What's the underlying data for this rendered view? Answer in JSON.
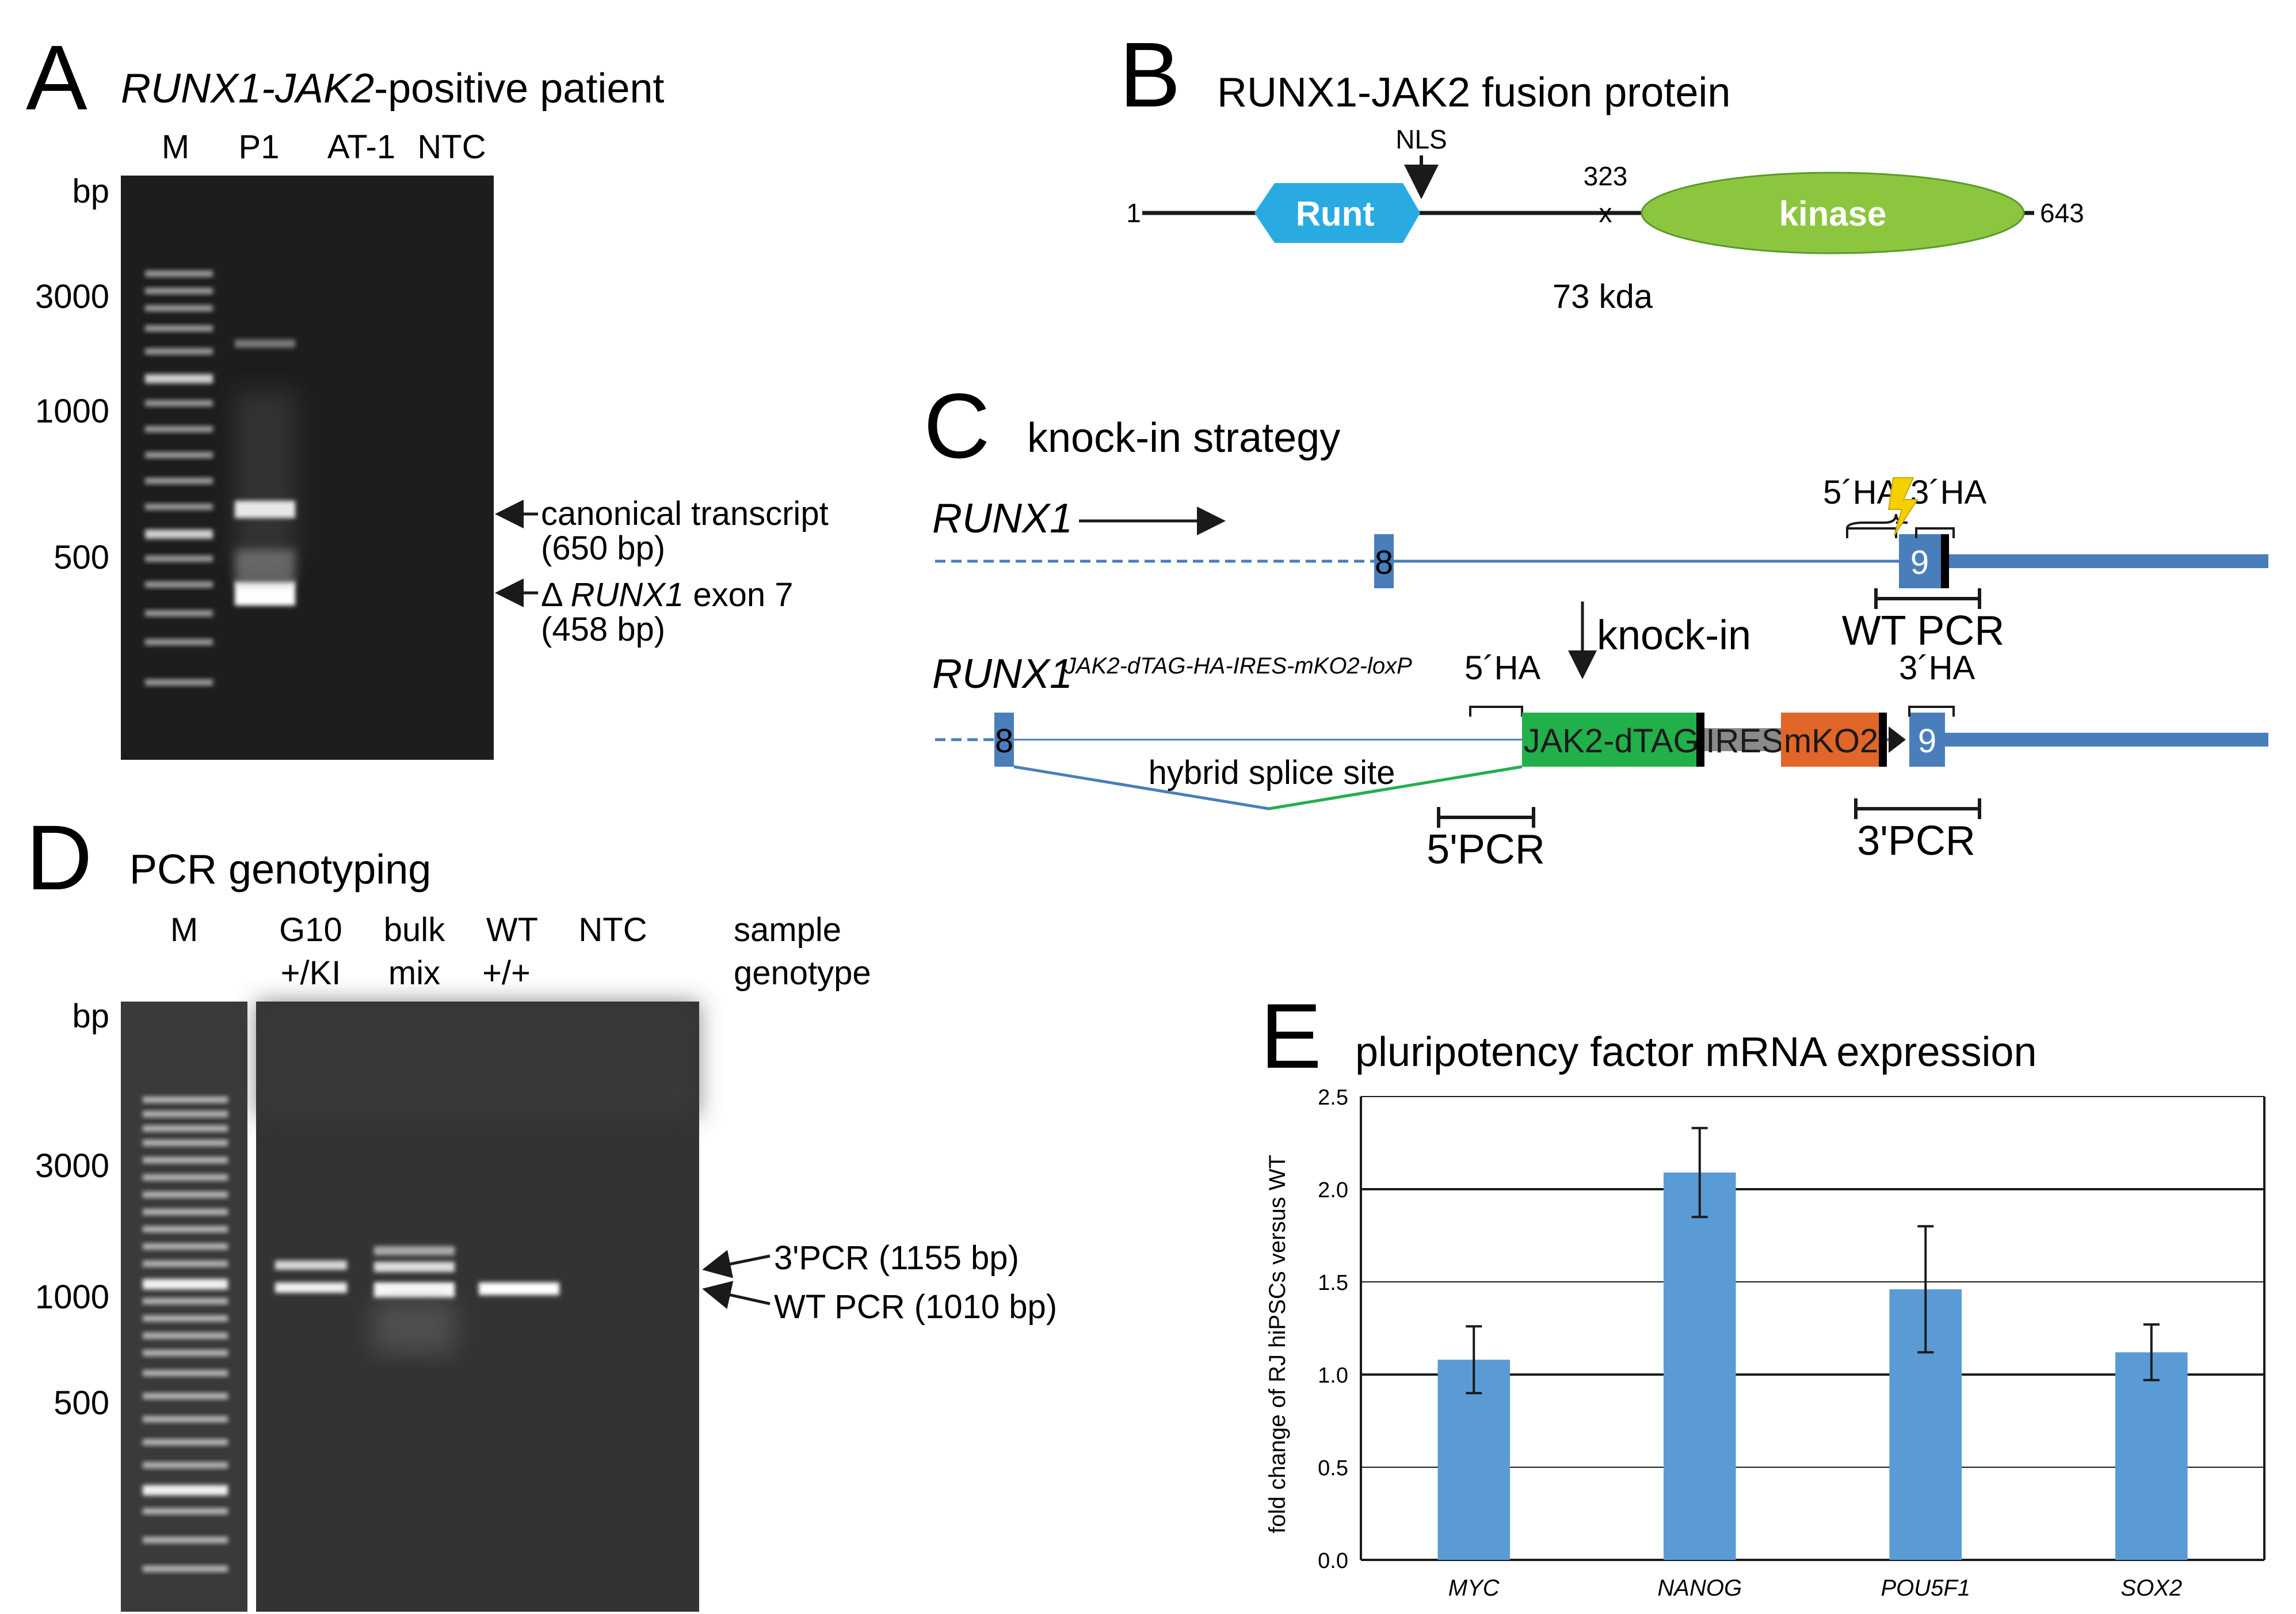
{
  "panel_a": {
    "letter": "A",
    "title_gene": "RUNX1-JAK2",
    "title_rest": "-positive patient",
    "lanes": [
      "M",
      "P1",
      "AT-1",
      "NTC"
    ],
    "unit": "bp",
    "markers": [
      "3000",
      "1000",
      "500"
    ],
    "annot_canonical_1": "canonical transcript",
    "annot_canonical_2": "(650 bp)",
    "annot_delta_prefix": "Δ ",
    "annot_delta_gene": "RUNX1",
    "annot_delta_suffix": " exon 7",
    "annot_delta_2": "(458 bp)"
  },
  "panel_b": {
    "letter": "B",
    "title": "RUNX1-JAK2 fusion protein",
    "nls": "NLS",
    "pos_start": "1",
    "pos_junction": "323",
    "pos_end": "643",
    "junction_mark": "x",
    "domain_runt": "Runt",
    "domain_kinase": "kinase",
    "mass": "73 kda",
    "colors": {
      "runt": "#29abe2",
      "kinase": "#8cc63f"
    }
  },
  "panel_c": {
    "letter": "C",
    "title": "knock-in strategy",
    "gene_wt": "RUNX1",
    "gene_ki": "RUNX1",
    "gene_ki_sup": "JAK2-dTAG-HA-IRES-mKO2-loxP",
    "exon8": "8",
    "exon9": "9",
    "ha5": "5´HA",
    "ha3": "3´HA",
    "knockin": "knock-in",
    "wt_pcr": "WT PCR",
    "pcr5": "5'PCR",
    "pcr3": "3'PCR",
    "splice": "hybrid splice site",
    "cassette_jak2": "JAK2-dTAG",
    "cassette_ires": "IRES",
    "cassette_mko2": "mKO2",
    "colors": {
      "exon": "#4a7ebb",
      "jak2": "#22b04b",
      "ires": "#8a8a8a",
      "mko2": "#e0662a",
      "bolt": "#f5d000"
    }
  },
  "panel_d": {
    "letter": "D",
    "title": "PCR genotyping",
    "lanes_top": [
      "M",
      "G10",
      "bulk",
      "WT",
      "NTC"
    ],
    "lanes_bottom": [
      "+/KI",
      "mix",
      "+/+"
    ],
    "sample": "sample",
    "genotype": "genotype",
    "unit": "bp",
    "markers": [
      "3000",
      "1000",
      "500"
    ],
    "annot_3pcr": "3'PCR (1155 bp)",
    "annot_wtpcr": "WT PCR (1010 bp)"
  },
  "panel_e": {
    "letter": "E",
    "title": "pluripotency factor mRNA expression"
  },
  "chart_data": {
    "type": "bar",
    "title": "pluripotency factor mRNA expression",
    "ylabel": "fold change of RJ hiPSCs versus WT",
    "xlabel": "",
    "categories": [
      "MYC",
      "NANOG",
      "POU5F1",
      "SOX2"
    ],
    "values": [
      1.08,
      2.09,
      1.46,
      1.12
    ],
    "errors": [
      0.18,
      0.24,
      0.34,
      0.15
    ],
    "ylim": [
      0.0,
      2.5
    ],
    "yticks": [
      "0.0",
      "0.5",
      "1.0",
      "1.5",
      "2.0",
      "2.5"
    ],
    "grid": true,
    "bar_color": "#5b9bd5"
  }
}
